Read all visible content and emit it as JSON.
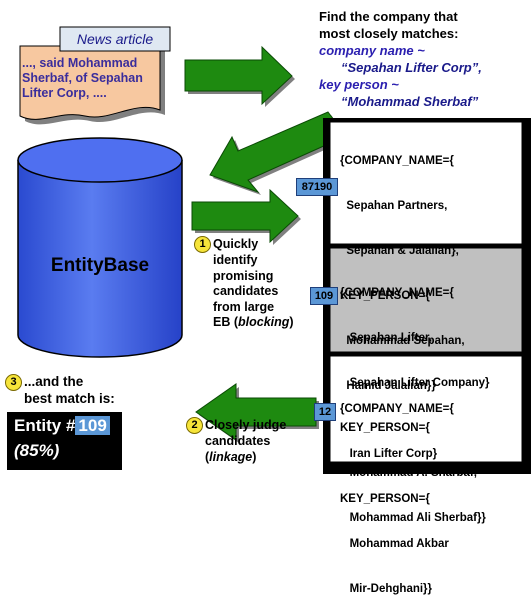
{
  "news": {
    "title": "News article",
    "text_lines": [
      "..., said Mohammad",
      "Sherbaf, of Sepahan",
      "Lifter Corp,  ...."
    ]
  },
  "query": {
    "line1": "Find the company that",
    "line2": "most closely matches:",
    "company_key": "company name ~",
    "company_value": "“Sepahan Lifter Corp”,",
    "person_key": "key person ~",
    "person_value": "“Mohammad Sherbaf”"
  },
  "entitybase": {
    "label": "EntityBase"
  },
  "candidates": [
    {
      "id": "87190",
      "lines": [
        "{COMPANY_NAME={",
        "  Sepahan Partners,",
        "  Sepahan & Jalalian},",
        "KEY_PERSON={",
        "  Mohammad Sepahan,",
        "  Hamid Jalalian}}"
      ]
    },
    {
      "id": "109",
      "lines": [
        "{COMPANY_NAME={",
        "   Sepahan Lifter,",
        "   Sepahan Lifter Company}",
        "KEY_PERSON={",
        "   Mohammad A. Sharbaf,",
        "   Mohammad Ali Sherbaf}}"
      ]
    },
    {
      "id": "12",
      "lines": [
        "{COMPANY_NAME={",
        "   Iran Lifter Corp}",
        "KEY_PERSON={",
        "   Mohammad Akbar",
        "   Mir-Dehghani}}"
      ]
    }
  ],
  "steps": {
    "step1": {
      "num": "1",
      "lines": [
        "Quickly",
        "identify",
        "promising",
        "candidates",
        "from large"
      ],
      "last_prefix": "EB (",
      "last_italic": "blocking",
      "last_suffix": ")"
    },
    "step2": {
      "num": "2",
      "lines": [
        "Closely judge",
        "candidates"
      ],
      "last_prefix": "(",
      "last_italic": "linkage",
      "last_suffix": ")"
    },
    "step3": {
      "num": "3",
      "line1": "...and the",
      "line2": "best match is:"
    }
  },
  "result": {
    "prefix": "Entity #",
    "id": "109",
    "score": "(85%)"
  },
  "colors": {
    "arrow": "#1e8a10",
    "cylinder": "#3b5fe0",
    "note": "#f7c8a0",
    "highlight_record": "#c0c0c0",
    "badge": "#5b97d6"
  }
}
